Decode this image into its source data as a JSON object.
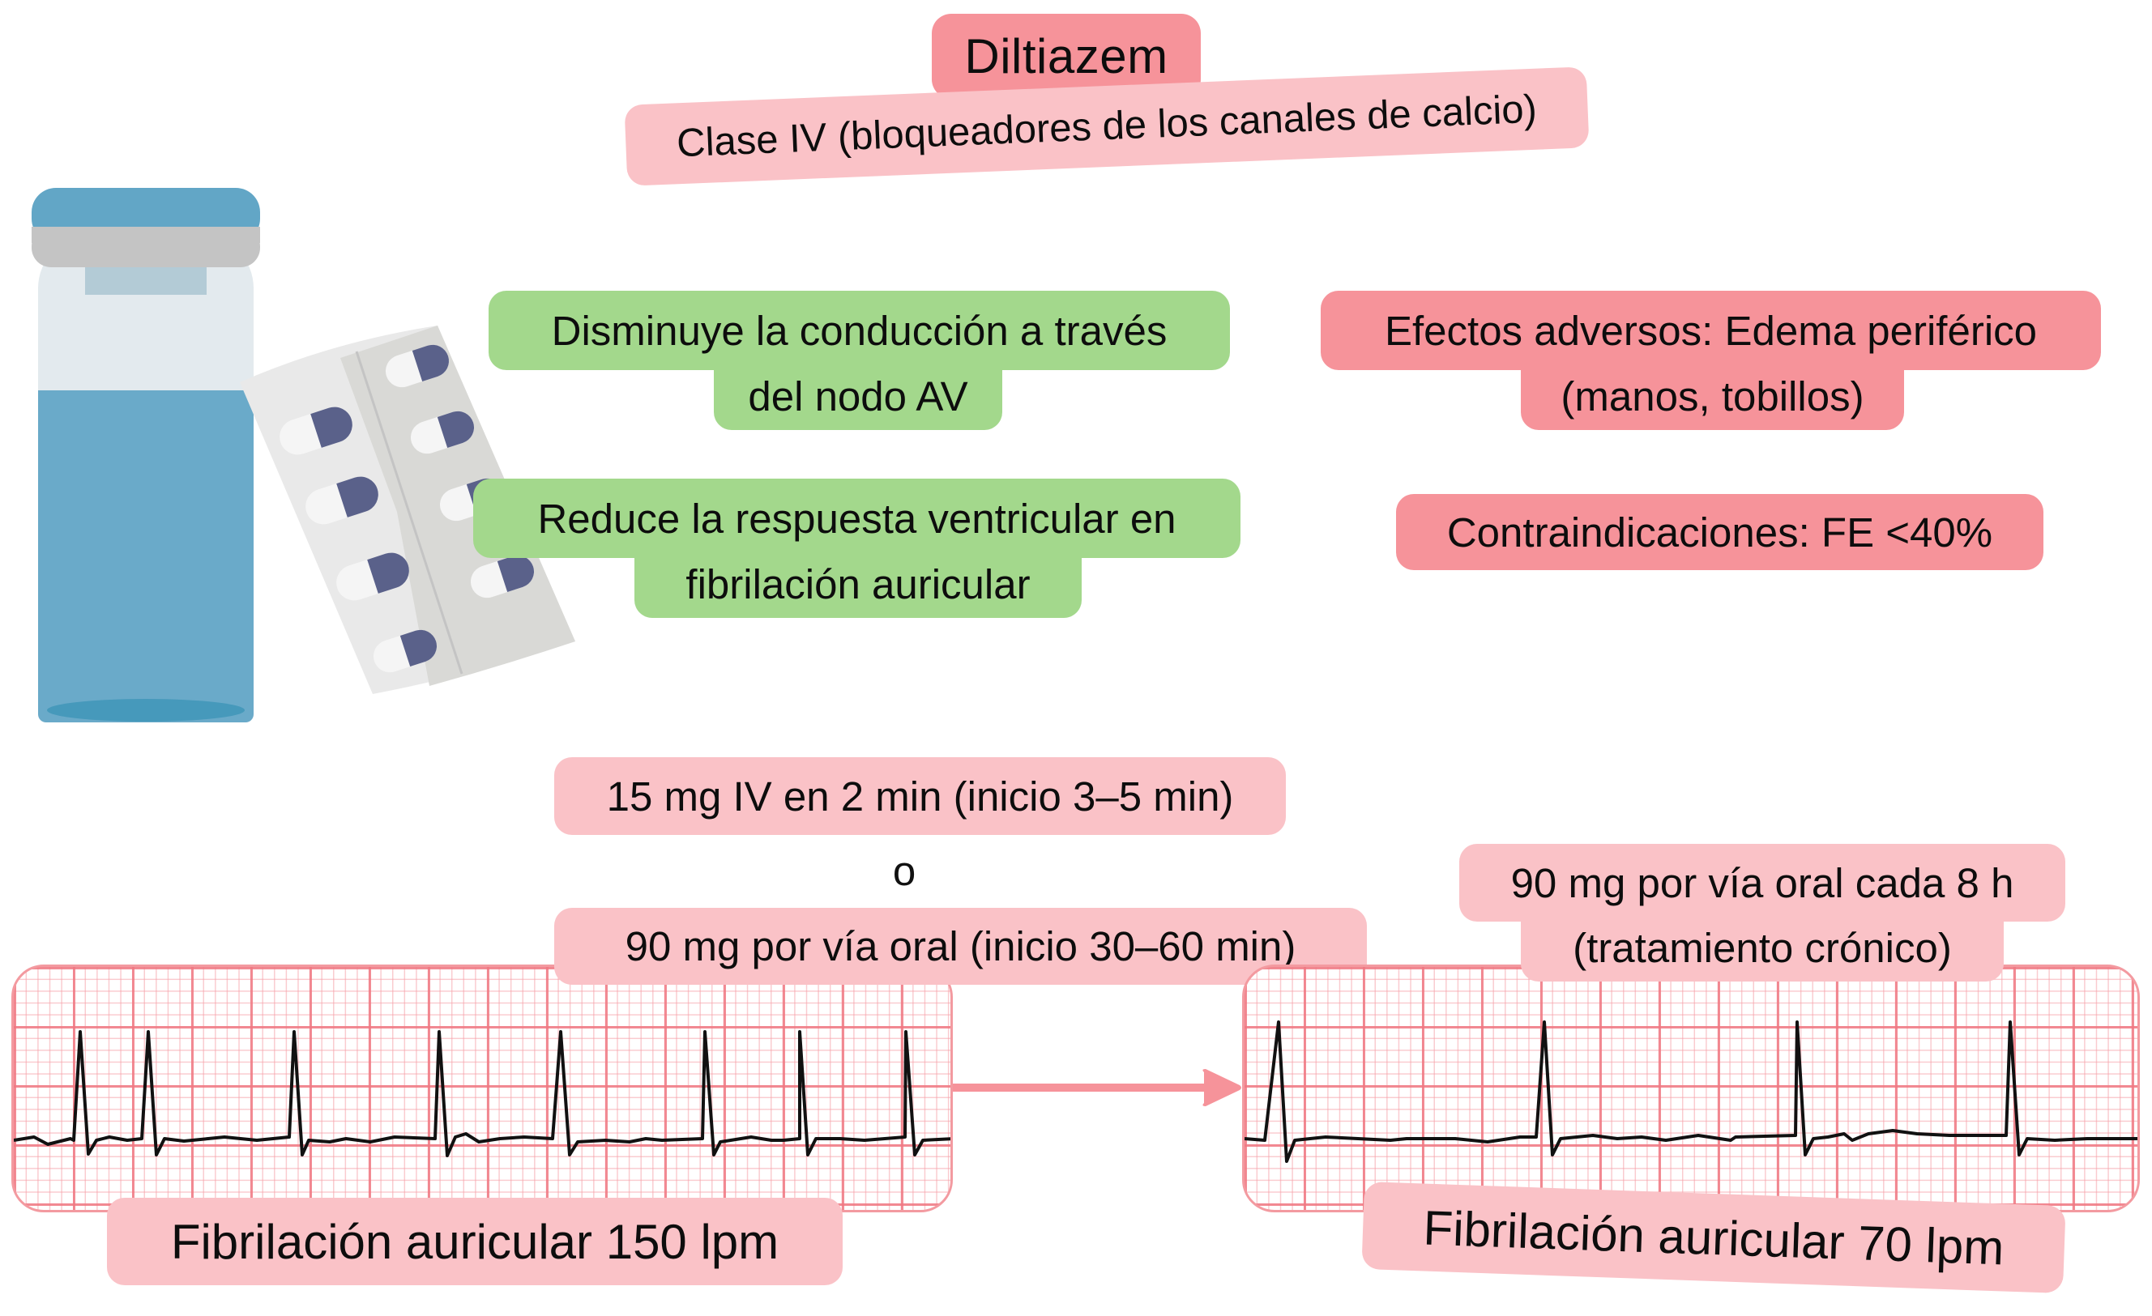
{
  "title": "Diltiazem",
  "subtitle": "Clase IV (bloqueadores de los canales de calcio)",
  "mechanisms": [
    {
      "line1": "Disminuye la conducción a través",
      "line2": "del nodo AV"
    },
    {
      "line1": "Reduce la respuesta ventricular en",
      "line2": "fibrilación auricular"
    }
  ],
  "adverse_effects": {
    "line1": "Efectos adversos: Edema periférico",
    "line2": "(manos, tobillos)"
  },
  "contraindications": "Contraindicaciones: FE <40%",
  "dosing": {
    "iv": "15 mg IV en 2 min (inicio 3–5 min)",
    "or": "o",
    "oral": "90 mg por vía oral (inicio 30–60 min)",
    "chronic_line1": "90 mg por vía oral cada 8 h",
    "chronic_line2": "(tratamiento crónico)"
  },
  "ecg": {
    "before_label": "Fibrilación auricular 150 lpm",
    "after_label": "Fibrilación auricular 70 lpm"
  },
  "illustrations": {
    "vial": "medicine-vial-icon",
    "blister": "pill-blister-pack-icon",
    "arrow": "arrow-right-icon"
  },
  "colors": {
    "title_bg": "#f6939a",
    "soft_pink_bg": "#fac2c7",
    "green_bg": "#a3d88c",
    "vial_blue": "#6aaac9",
    "capsule_purple": "#5a618a",
    "ecg_grid": "#f39aa0"
  }
}
